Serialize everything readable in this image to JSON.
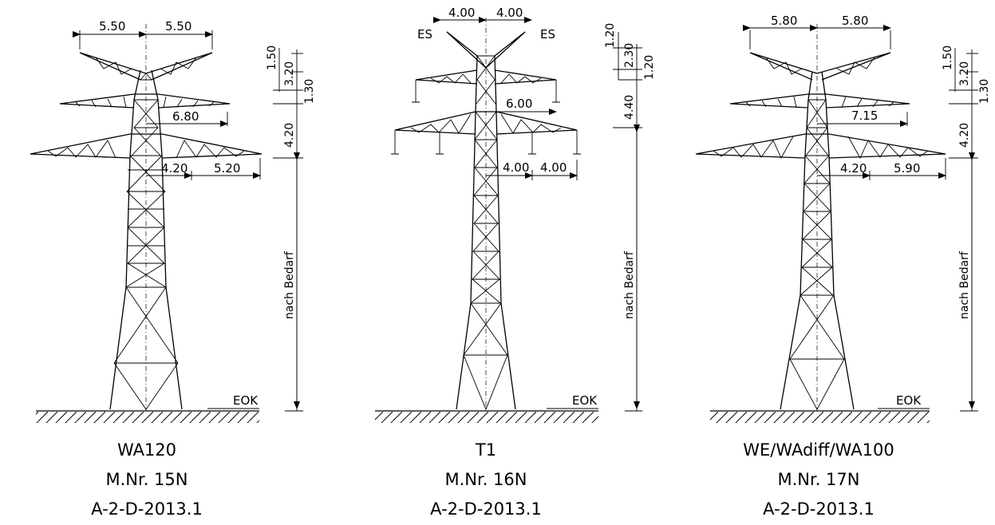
{
  "towers": [
    {
      "name": "WA120",
      "number": "M.Nr. 15N",
      "code": "A-2-D-2013.1",
      "dims": {
        "top_left": "5.50",
        "top_right": "5.50",
        "mid_arm": "6.80",
        "low_inner": "4.20",
        "low_outer": "5.20",
        "v1": "1.50",
        "v2": "3.20",
        "v3": "1.30",
        "v4": "4.20",
        "height": "nach Bedarf"
      },
      "ground": "EOK"
    },
    {
      "name": "T1",
      "number": "M.Nr. 16N",
      "code": "A-2-D-2013.1",
      "dims": {
        "top_left": "4.00",
        "top_right": "4.00",
        "es_left": "ES",
        "es_right": "ES",
        "mid_arm": "6.00",
        "low_inner": "4.00",
        "low_outer": "4.00",
        "v1": "1.20",
        "v2": "2.30",
        "v3": "1.20",
        "v4": "4.40",
        "height": "nach Bedarf"
      },
      "ground": "EOK"
    },
    {
      "name": "WE/WAdiff/WA100",
      "number": "M.Nr. 17N",
      "code": "A-2-D-2013.1",
      "dims": {
        "top_left": "5.80",
        "top_right": "5.80",
        "mid_arm": "7.15",
        "low_inner": "4.20",
        "low_outer": "5.90",
        "v1": "1.50",
        "v2": "3.20",
        "v3": "1.30",
        "v4": "4.20",
        "height": "nach Bedarf"
      },
      "ground": "EOK"
    }
  ]
}
